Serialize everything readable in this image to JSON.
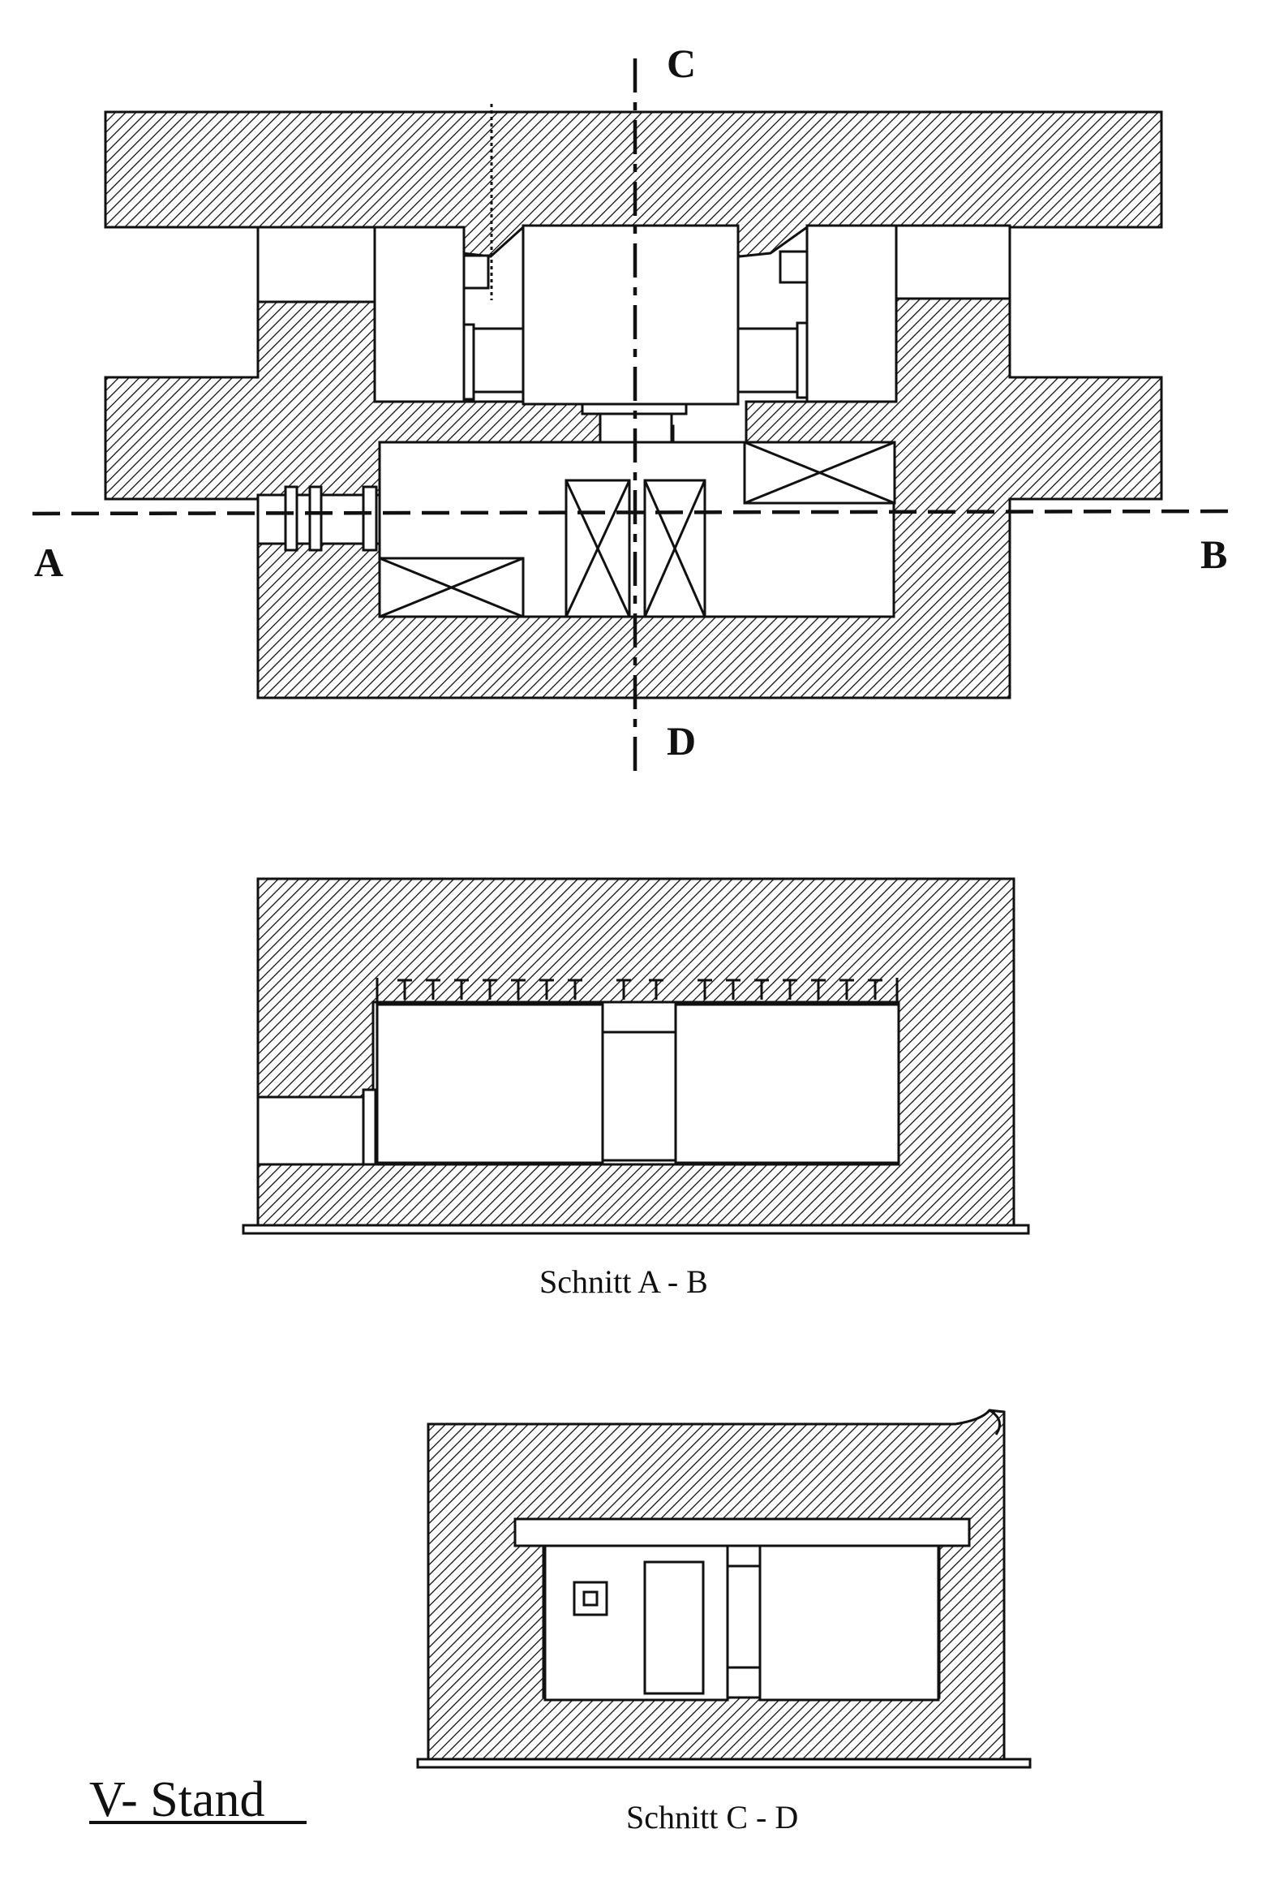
{
  "plan": {
    "label_a": "A",
    "label_b": "B",
    "label_c": "C",
    "label_d": "D"
  },
  "section_ab": {
    "caption": "Schnitt A - B"
  },
  "section_cd": {
    "caption": "Schnitt C - D"
  },
  "title": "V- Stand"
}
